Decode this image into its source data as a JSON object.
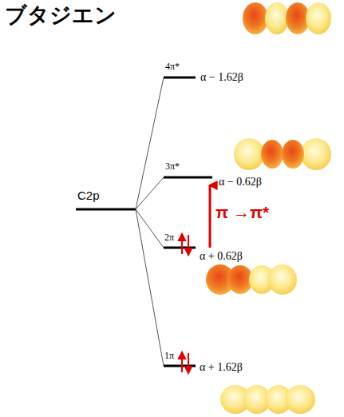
{
  "diagram": {
    "title": "ブタジエン",
    "labels": [
      "C2p",
      "4π*",
      "α − 1.62β",
      "3π*",
      "α − 0.62β",
      "2π",
      "α + 0.62β",
      "1π",
      "α + 1.62β",
      "π →π*"
    ]
  }
}
